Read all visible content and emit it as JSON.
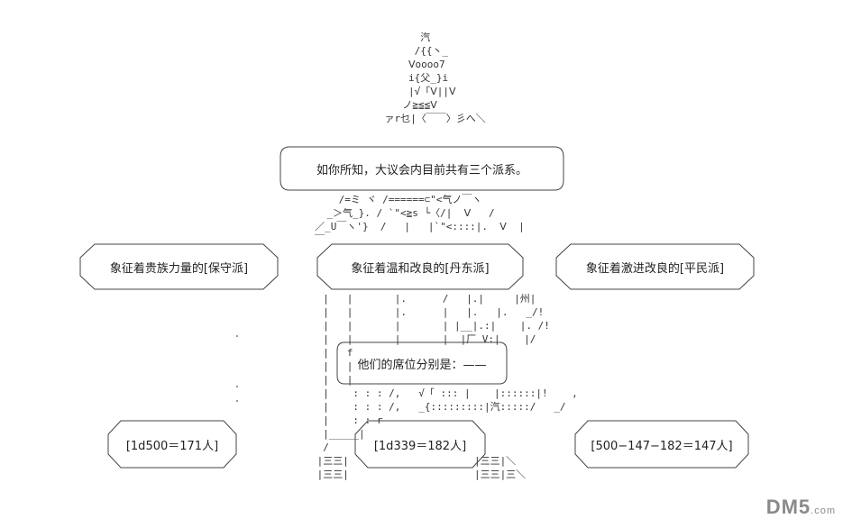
{
  "intro_bubble": "如你所知，大议会内目前共有三个派系。",
  "factions": {
    "left": "象征着贵族力量的[保守派]",
    "center": "象征着温和改良的[丹东派]",
    "right": "象征着激进改良的[平民派]"
  },
  "seats_bubble": "他们的席位分别是：——",
  "seats": {
    "left": "[1d500＝171人]",
    "center": "[1d339＝182人]",
    "right": "[500−147−182＝147人]"
  },
  "watermark": {
    "brand": "DM5",
    "domain": ".com"
  }
}
